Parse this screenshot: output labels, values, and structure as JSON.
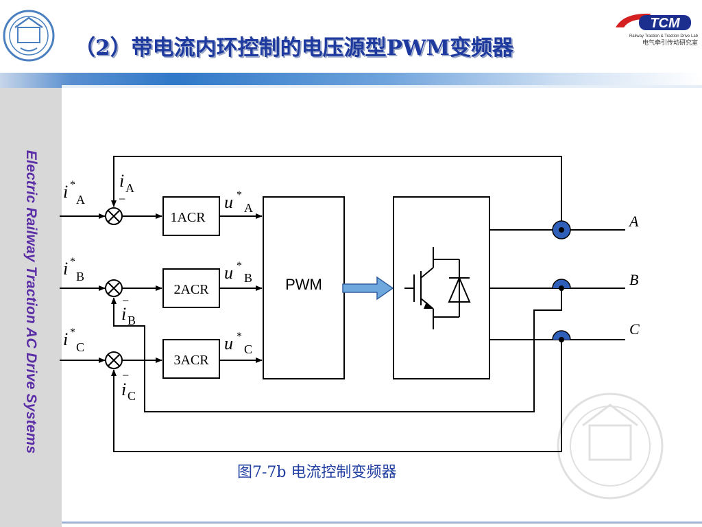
{
  "title": "（2）带电流内环控制的电压源型PWM变频器",
  "sidebar": {
    "text": "Electric Railway Traction AC Drive Systems"
  },
  "logos": {
    "tcm": {
      "mark": "TCM",
      "line1": "Railway Traction & Traction Drive Lab",
      "line2": "电气牵引传动研究室"
    }
  },
  "diagram": {
    "controllers": [
      "1ACR",
      "2ACR",
      "3ACR"
    ],
    "pwm_label": "PWM",
    "phases": [
      "A",
      "B",
      "C"
    ],
    "ref_current": {
      "symbol": "i",
      "sup": "*",
      "subs": [
        "A",
        "B",
        "C"
      ]
    },
    "feedback_current": {
      "symbol": "i",
      "sign": "−",
      "subs": [
        "A",
        "B",
        "C"
      ]
    },
    "ref_voltage": {
      "symbol": "u",
      "sup": "*",
      "subs": [
        "A",
        "B",
        "C"
      ]
    }
  },
  "caption": "图7-7b  电流控制变频器",
  "colors": {
    "title": "#1e3a9e",
    "sidebar_text": "#5b2ea6",
    "caption": "#1f3ea0",
    "arrow": "#6fa8dc",
    "terminal": "#2f5fb8"
  }
}
